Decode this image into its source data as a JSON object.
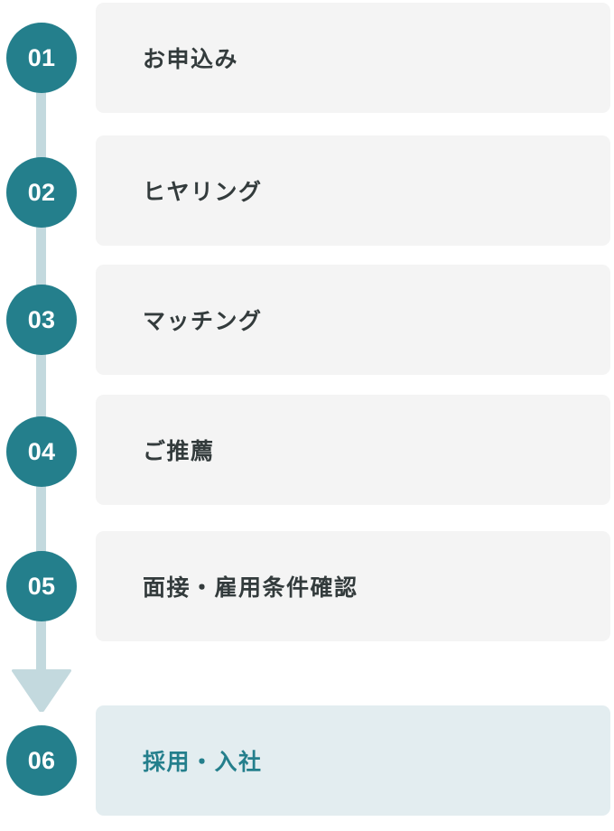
{
  "diagram": {
    "title": "recruitment-flow-steps",
    "colors": {
      "badge": "#247f8c",
      "rail": "#c3d9de",
      "card_default_bg": "#f4f4f4",
      "card_highlight_bg": "#e3edf0",
      "text_default": "#333b3c",
      "text_highlight": "#247f8c",
      "badge_text": "#ffffff"
    },
    "connector": {
      "arrow_icon": "arrow-down-icon"
    },
    "steps": [
      {
        "number": "01",
        "label": "お申込み",
        "highlight": false
      },
      {
        "number": "02",
        "label": "ヒヤリング",
        "highlight": false
      },
      {
        "number": "03",
        "label": "マッチング",
        "highlight": false
      },
      {
        "number": "04",
        "label": "ご推薦",
        "highlight": false
      },
      {
        "number": "05",
        "label": "面接・雇用条件確認",
        "highlight": false
      },
      {
        "number": "06",
        "label": "採用・入社",
        "highlight": true
      }
    ]
  }
}
